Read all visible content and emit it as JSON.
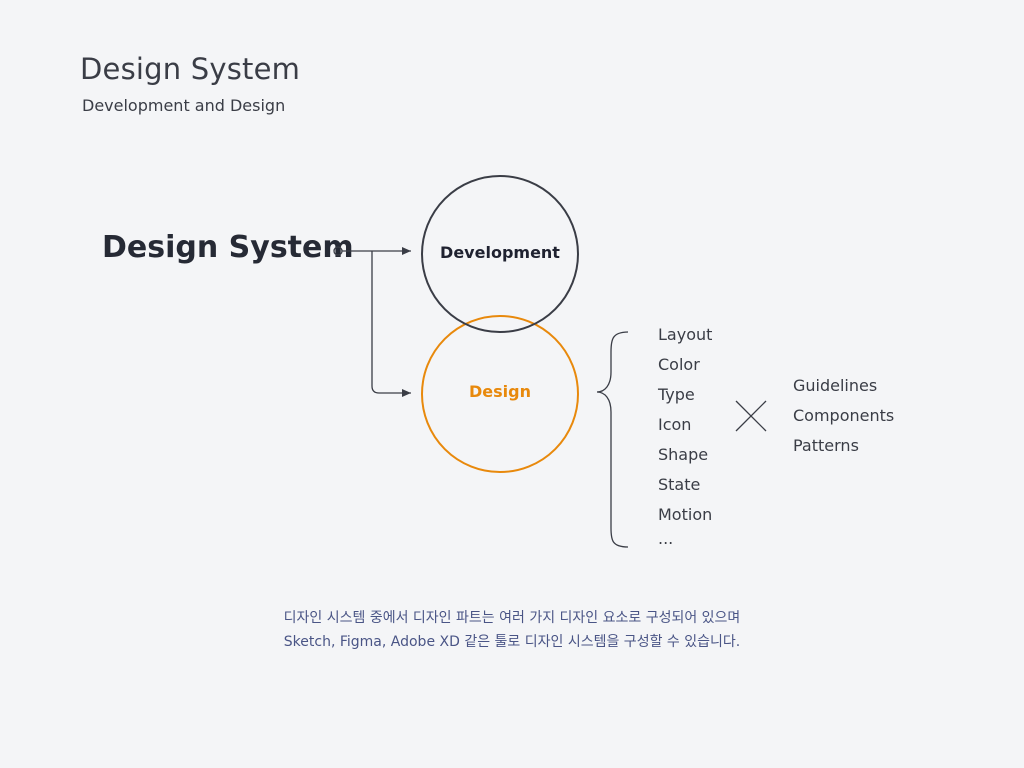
{
  "header": {
    "title": "Design System",
    "subtitle": "Development and Design"
  },
  "diagram": {
    "main_label": "Design System",
    "development_label": "Development",
    "design_label": "Design",
    "design_elements": [
      "Layout",
      "Color",
      "Type",
      "Icon",
      "Shape",
      "State",
      "Motion",
      "..."
    ],
    "deliverables": [
      "Guidelines",
      "Components",
      "Patterns"
    ]
  },
  "caption": {
    "line1": "디자인 시스템 중에서 디자인 파트는 여러 가지 디자인 요소로 구성되어 있으며",
    "line2": "Sketch, Figma, Adobe XD 같은 툴로 디자인 시스템을 구성할 수 있습니다."
  },
  "colors": {
    "accent": "#e8890c",
    "dark": "#3a3d46",
    "caption": "#4a5586"
  }
}
